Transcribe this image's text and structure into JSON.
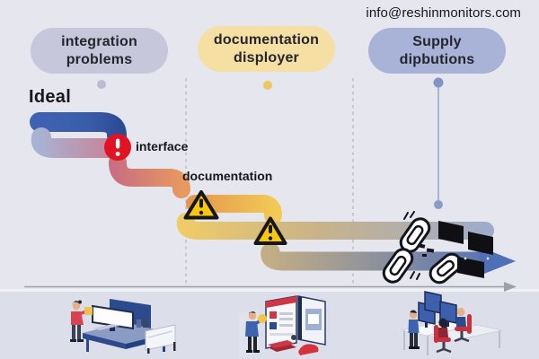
{
  "meta": {
    "contact_email": "info@reshinmonitors.com"
  },
  "pills": [
    {
      "line1": "integration",
      "line2": "problems",
      "bg": "#c6c7db",
      "dot": "#b9bdd1"
    },
    {
      "line1": "documentation",
      "line2": "disployer",
      "bg": "#f5dfa3",
      "dot": "#eac863"
    },
    {
      "line1": "Supply",
      "line2": "dipbutions",
      "bg": "#a9b3d7",
      "dot": "#8094c5"
    }
  ],
  "labels": {
    "ideal": "Ideal",
    "interface": "interface",
    "documentation": "documentation"
  },
  "bars": [
    {
      "id": "ideal-path",
      "from": "#3f63b2",
      "to": "#2c4b95"
    },
    {
      "id": "interface-issue-path",
      "from": "#a8b2d3",
      "to": "#cb7f93"
    },
    {
      "id": "documentation-issue-path",
      "from": "#ca6f80",
      "to": "#e89a5e"
    },
    {
      "id": "delay-path-1",
      "from": "#e6974e",
      "to": "#f2ca55"
    },
    {
      "id": "delay-path-2",
      "from": "#eecb68",
      "to": "#9fabca"
    },
    {
      "id": "final-delivery-path",
      "from": "#c3ae84",
      "to": "#5070b8",
      "arrow": "#4f6fb7"
    }
  ],
  "icons": {
    "error_badge": {
      "color": "#e11322",
      "glyph": "!"
    },
    "warning_triangle": {
      "fill": "#f8c70f",
      "border": "#17171a",
      "glyph": "!"
    },
    "broken_chain": {
      "stroke": "#14141c",
      "fill": "#ffffff"
    },
    "shattered_monitors": {
      "color": "#101014"
    }
  },
  "guides": {
    "dashed_color": "#b3b4c1",
    "axis_color": "#9aa0ac",
    "connector_color": "#a8b3d5",
    "connector_dot": "#8b9cc8"
  },
  "illustrations": [
    {
      "name": "person-at-workstation"
    },
    {
      "name": "person-reviewing-documentation"
    },
    {
      "name": "monitoring-team-desks"
    }
  ]
}
